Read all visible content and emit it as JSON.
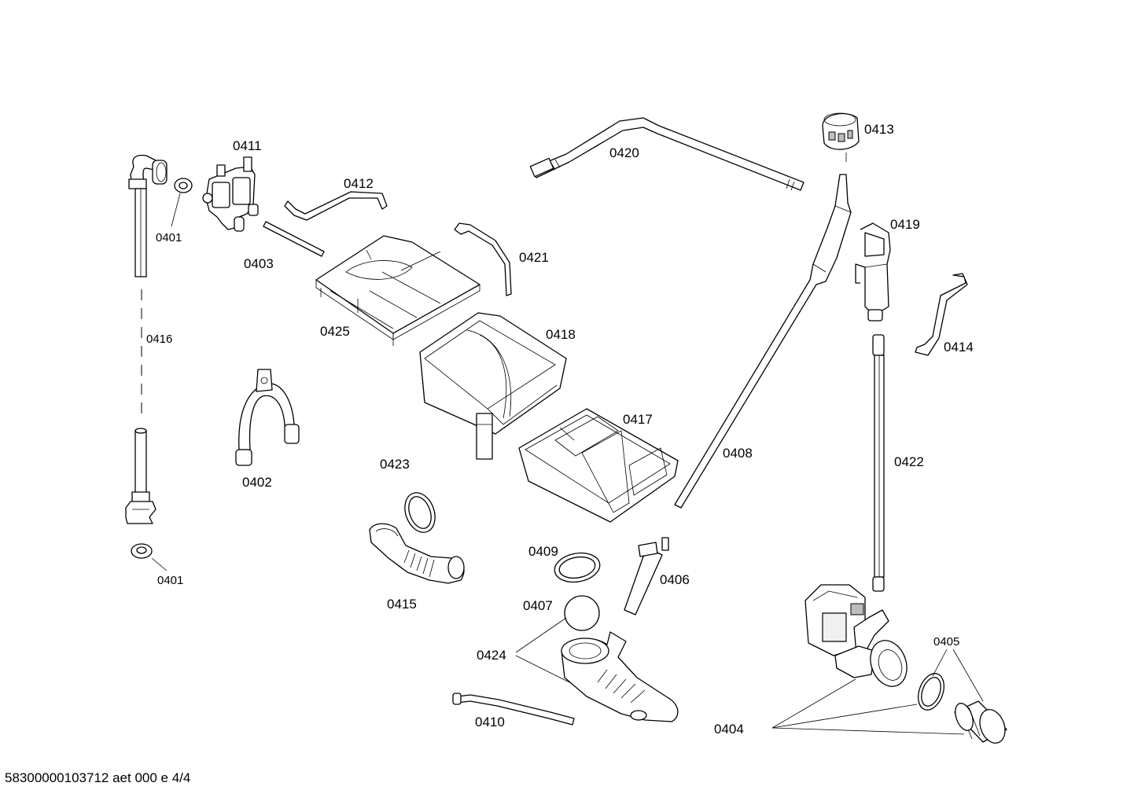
{
  "labels": {
    "p0401a": "0401",
    "p0401b": "0401",
    "p0402": "0402",
    "p0403": "0403",
    "p0404": "0404",
    "p0405": "0405",
    "p0406": "0406",
    "p0407": "0407",
    "p0408": "0408",
    "p0409": "0409",
    "p0410": "0410",
    "p0411": "0411",
    "p0412": "0412",
    "p0413": "0413",
    "p0414": "0414",
    "p0415": "0415",
    "p0416": "0416",
    "p0417": "0417",
    "p0418": "0418",
    "p0419": "0419",
    "p0420": "0420",
    "p0421": "0421",
    "p0422": "0422",
    "p0423": "0423",
    "p0424": "0424",
    "p0425": "0425"
  },
  "footer": "58300000103712 aet 000 e 4/4"
}
